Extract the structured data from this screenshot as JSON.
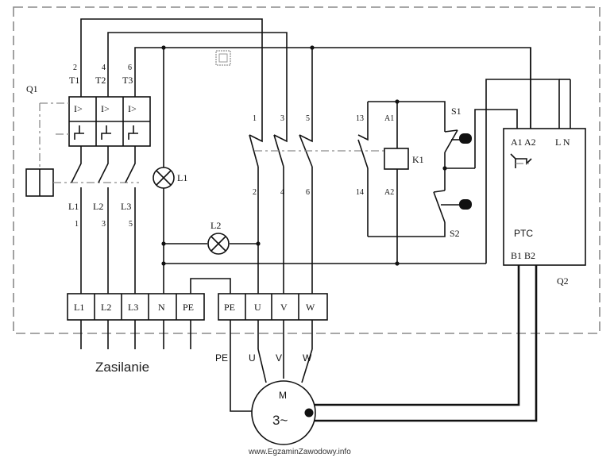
{
  "q1": {
    "label": "Q1",
    "top_terms": [
      "2",
      "4",
      "6"
    ],
    "top_names": [
      "T1",
      "T2",
      "T3"
    ],
    "trip": "I>",
    "bottom_names": [
      "L1",
      "L2",
      "L3"
    ],
    "bottom_terms": [
      "1",
      "3",
      "5"
    ]
  },
  "lamps": {
    "l1": "L1",
    "l2": "L2"
  },
  "contactor": {
    "top_terms": [
      "1",
      "3",
      "5"
    ],
    "bottom_terms": [
      "2",
      "4",
      "6"
    ],
    "aux_top": "13",
    "aux_bottom": "14",
    "coil": "K1",
    "a1": "A1",
    "a2": "A2"
  },
  "buttons": {
    "s1": "S1",
    "s2": "S2"
  },
  "q2": {
    "label": "Q2",
    "terms_top": "A1 A2",
    "terms_supply": "L  N",
    "name": "PTC",
    "terms_bottom": "B1 B2"
  },
  "terminals_supply": [
    "L1",
    "L2",
    "L3",
    "N",
    "PE"
  ],
  "terminals_motor": [
    "PE",
    "U",
    "V",
    "W"
  ],
  "supply_label": "Zasilanie",
  "motor_leads": [
    "PE",
    "U",
    "V",
    "W"
  ],
  "motor": {
    "name": "M",
    "type": "3~"
  },
  "watermark": "www.EgzaminZawodowy.info",
  "colors": {
    "wire": "#111111",
    "enclosure": "#8a8a8a"
  }
}
